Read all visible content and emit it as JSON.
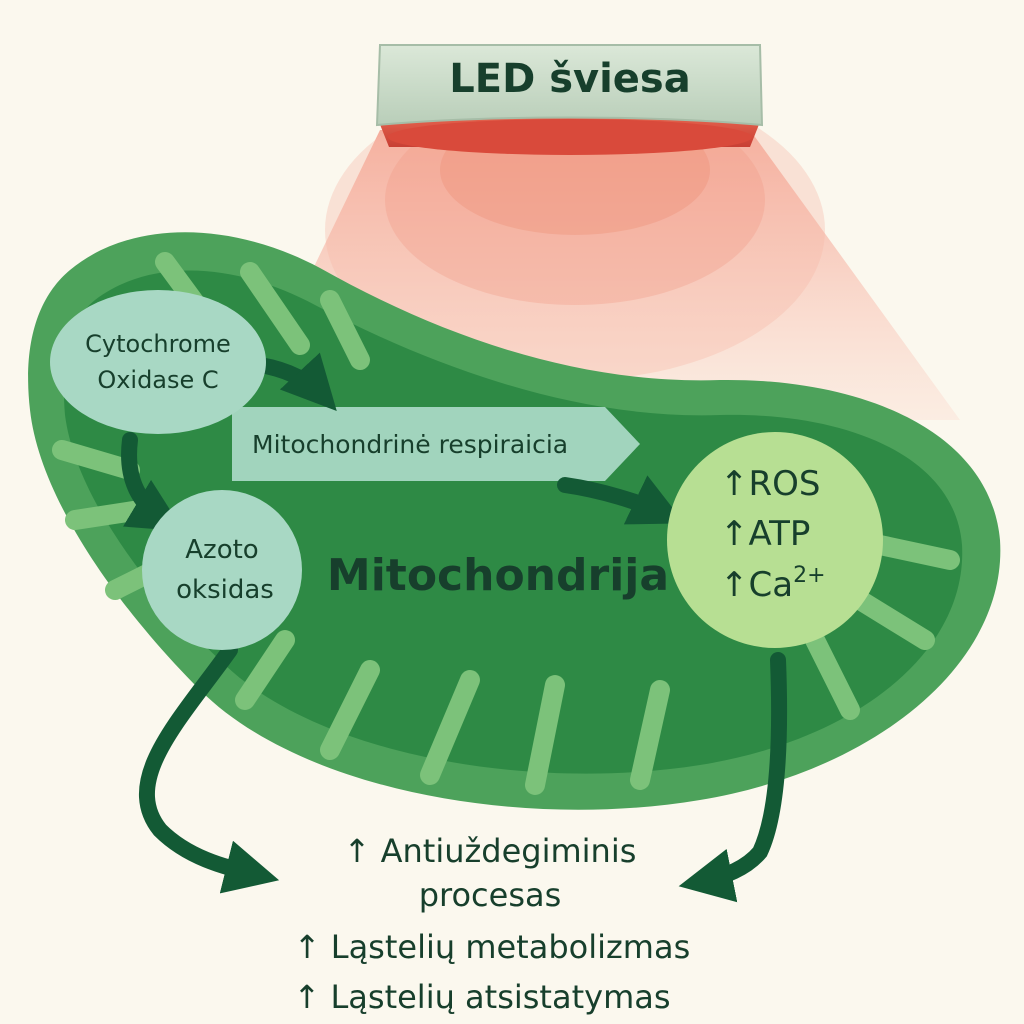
{
  "light_source": {
    "label": "LED šviesa"
  },
  "organelle": {
    "label": "Mitochondrija"
  },
  "nodes": {
    "enzyme": {
      "line1": "Cytochrome",
      "line2": "Oxidase C"
    },
    "no": {
      "line1": "Azoto",
      "line2": "oksidas"
    },
    "respiration": {
      "label": "Mitochondrinė respiraicia"
    },
    "outputs": {
      "line1": "↑ROS",
      "line2": "↑ATP",
      "line3": "↑Ca",
      "line3_sup": "2+"
    }
  },
  "effects": {
    "line1": "↑ Antiuždegiminis",
    "line2": "procesas",
    "line3": "↑ Ląstelių metabolizmas",
    "line4": "↑ Ląstelių atsistatymas"
  },
  "colors": {
    "background": "#fbf8ee",
    "mito_outer": "#4da25b",
    "mito_inner": "#2e8a45",
    "cristae": "#7cc27a",
    "node_fill": "#a8d8c4",
    "output_fill": "#b7df93",
    "arrow": "#135a35",
    "text": "#173f2c",
    "led_red": "#d9503f",
    "led_cap": "#cbdccb"
  }
}
